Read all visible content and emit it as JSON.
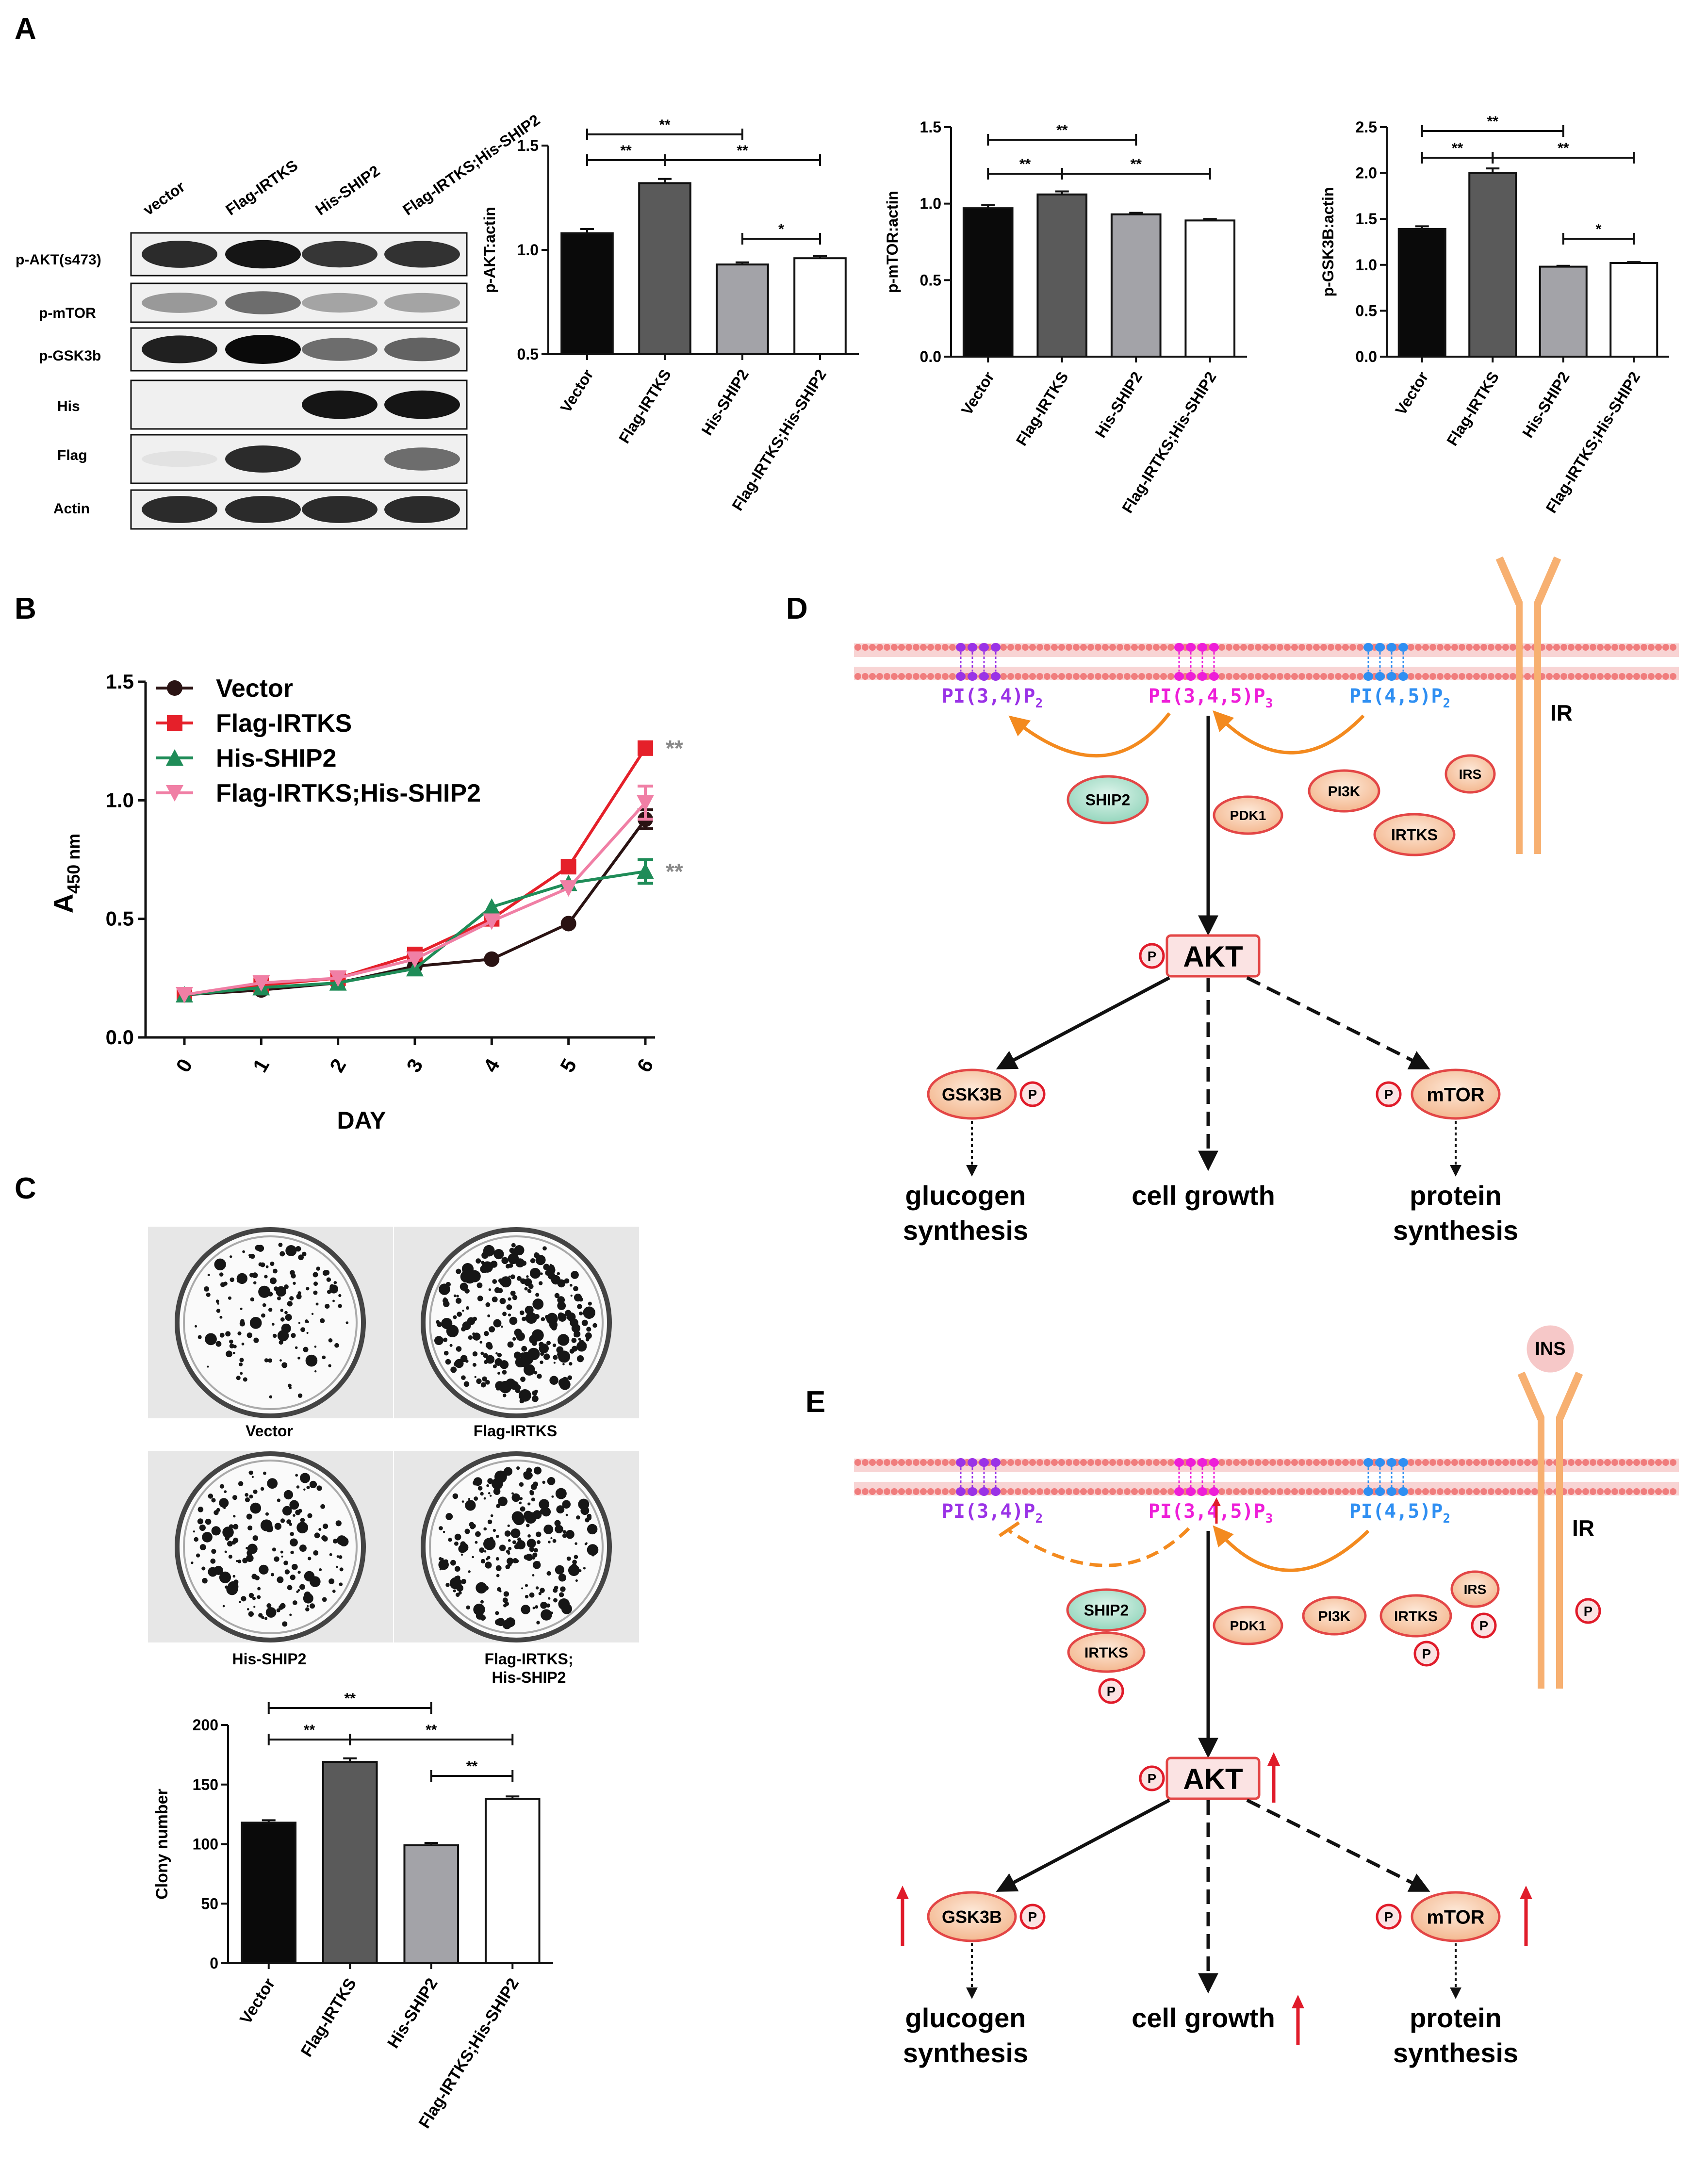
{
  "panels": {
    "A": "A",
    "B": "B",
    "C": "C",
    "D": "D",
    "E": "E"
  },
  "blot": {
    "lanes": [
      "vector",
      "Flag-IRTKS",
      "His-SHIP2",
      "Flag-IRTKS;His-SHIP2"
    ],
    "rows": [
      "p-AKT(s473)",
      "p-mTOR",
      "p-GSK3b",
      "His",
      "Flag",
      "Actin"
    ]
  },
  "chart_data": [
    {
      "type": "bar",
      "id": "akt",
      "ylabel": "p-AKT:actin",
      "categories": [
        "Vector",
        "Flag-IRTKS",
        "His-SHIP2",
        "Flag-IRTKS;His-SHIP2"
      ],
      "values": [
        1.08,
        1.32,
        0.93,
        0.96
      ],
      "errors": [
        0.02,
        0.02,
        0.01,
        0.01
      ],
      "ylim": [
        0.5,
        1.5
      ],
      "yticks": [
        "0.5",
        "1.0",
        "1.5"
      ],
      "sig": [
        "**",
        "**",
        "**",
        "*"
      ]
    },
    {
      "type": "bar",
      "id": "mtor",
      "ylabel": "p-mTOR:actin",
      "categories": [
        "Vector",
        "Flag-IRTKS",
        "His-SHIP2",
        "Flag-IRTKS;His-SHIP2"
      ],
      "values": [
        0.97,
        1.06,
        0.93,
        0.89
      ],
      "errors": [
        0.02,
        0.02,
        0.01,
        0.01
      ],
      "ylim": [
        0.0,
        1.5
      ],
      "yticks": [
        "0.0",
        "0.5",
        "1.0",
        "1.5"
      ],
      "sig": [
        "**",
        "**",
        "**"
      ]
    },
    {
      "type": "bar",
      "id": "gsk",
      "ylabel": "p-GSK3B:actin",
      "categories": [
        "Vector",
        "Flag-IRTKS",
        "His-SHIP2",
        "Flag-IRTKS;His-SHIP2"
      ],
      "values": [
        1.39,
        2.0,
        0.98,
        1.02
      ],
      "errors": [
        0.03,
        0.05,
        0.01,
        0.01
      ],
      "ylim": [
        0.0,
        2.5
      ],
      "yticks": [
        "0.0",
        "0.5",
        "1.0",
        "1.5",
        "2.0",
        "2.5"
      ],
      "sig": [
        "**",
        "**",
        "**",
        "*"
      ]
    },
    {
      "type": "line",
      "id": "growth",
      "xlabel": "DAY",
      "ylabel_main": "A",
      "ylabel_sub": "450 nm",
      "x": [
        0,
        1,
        2,
        3,
        4,
        5,
        6
      ],
      "xticks": [
        "0",
        "1",
        "2",
        "3",
        "4",
        "5",
        "6"
      ],
      "yticks": [
        "0.0",
        "0.5",
        "1.0",
        "1.5"
      ],
      "ylim": [
        0.0,
        1.5
      ],
      "xlim": [
        0,
        6
      ],
      "series": [
        {
          "name": "Vector",
          "color": "#2a1313",
          "marker": "circle",
          "values": [
            0.18,
            0.2,
            0.23,
            0.3,
            0.33,
            0.48,
            0.92
          ],
          "err_last": 0.04
        },
        {
          "name": "Flag-IRTKS",
          "color": "#e5202a",
          "marker": "square",
          "values": [
            0.18,
            0.22,
            0.25,
            0.35,
            0.5,
            0.72,
            1.22
          ],
          "err_last": 0.0
        },
        {
          "name": "His-SHIP2",
          "color": "#1f8c58",
          "marker": "triangle-up",
          "values": [
            0.18,
            0.21,
            0.23,
            0.29,
            0.55,
            0.65,
            0.7
          ],
          "err_last": 0.05
        },
        {
          "name": "Flag-IRTKS;His-SHIP2",
          "color": "#f07fa5",
          "marker": "triangle-down",
          "values": [
            0.18,
            0.23,
            0.25,
            0.33,
            0.49,
            0.63,
            0.99
          ],
          "err_last": 0.07
        }
      ],
      "annotations": [
        "**",
        "**"
      ]
    },
    {
      "type": "bar",
      "id": "colony",
      "ylabel": "Clony number",
      "categories": [
        "Vector",
        "Flag-IRTKS",
        "His-SHIP2",
        "Flag-IRTKS;His-SHIP2"
      ],
      "values": [
        118,
        169,
        99,
        138
      ],
      "errors": [
        2,
        3,
        2,
        2
      ],
      "ylim": [
        0,
        200
      ],
      "yticks": [
        "0",
        "50",
        "100",
        "150",
        "200"
      ],
      "sig": [
        "**",
        "**",
        "**",
        "**"
      ]
    }
  ],
  "colony_labels": [
    "Vector",
    "Flag-IRTKS",
    "His-SHIP2",
    "Flag-IRTKS;",
    "His-SHIP2"
  ],
  "pathway_d": {
    "lipids": [
      {
        "main": "PI(3,4)P",
        "sub": "2"
      },
      {
        "main": "PI(3,4,5)P",
        "sub": "3"
      },
      {
        "main": "PI(4,5)P",
        "sub": "2"
      }
    ],
    "receptor": "IR",
    "nodes": {
      "irs": "IRS",
      "pi3k": "PI3K",
      "ship2": "SHIP2",
      "pdk1": "PDK1",
      "irtks": "IRTKS",
      "akt": "AKT",
      "gsk": "GSK3B",
      "mtor": "mTOR",
      "p": "P"
    },
    "outcomes": {
      "glucogen": "glucogen",
      "glucogen2": "synthesis",
      "growth": "cell growth",
      "protein": "protein",
      "protein2": "synthesis"
    }
  },
  "pathway_e": {
    "lipids": [
      {
        "main": "PI(3,4)P",
        "sub": "2"
      },
      {
        "main": "PI(3,4,5)P",
        "sub": "3"
      },
      {
        "main": "PI(4,5)P",
        "sub": "2"
      }
    ],
    "receptor": "IR",
    "ligand": "INS",
    "nodes": {
      "irs": "IRS",
      "pi3k": "PI3K",
      "ship2": "SHIP2",
      "pdk1": "PDK1",
      "irtks": "IRTKS",
      "irtks2": "IRTKS",
      "akt": "AKT",
      "gsk": "GSK3B",
      "mtor": "mTOR",
      "p": "P"
    },
    "outcomes": {
      "glucogen": "glucogen",
      "glucogen2": "synthesis",
      "growth": "cell growth",
      "protein": "protein",
      "protein2": "synthesis"
    }
  },
  "colors": {
    "membrane": "#f28e8e",
    "membrane_head": "#f49a9a",
    "purple": "#9a32e6",
    "magenta": "#ee1ed8",
    "blue": "#2f8ff2",
    "orange": "#f38a1f",
    "receptor": "#f7b071",
    "red": "#e01b2a",
    "teal": "#a9dfcc",
    "peach": "#f8c6a0"
  }
}
